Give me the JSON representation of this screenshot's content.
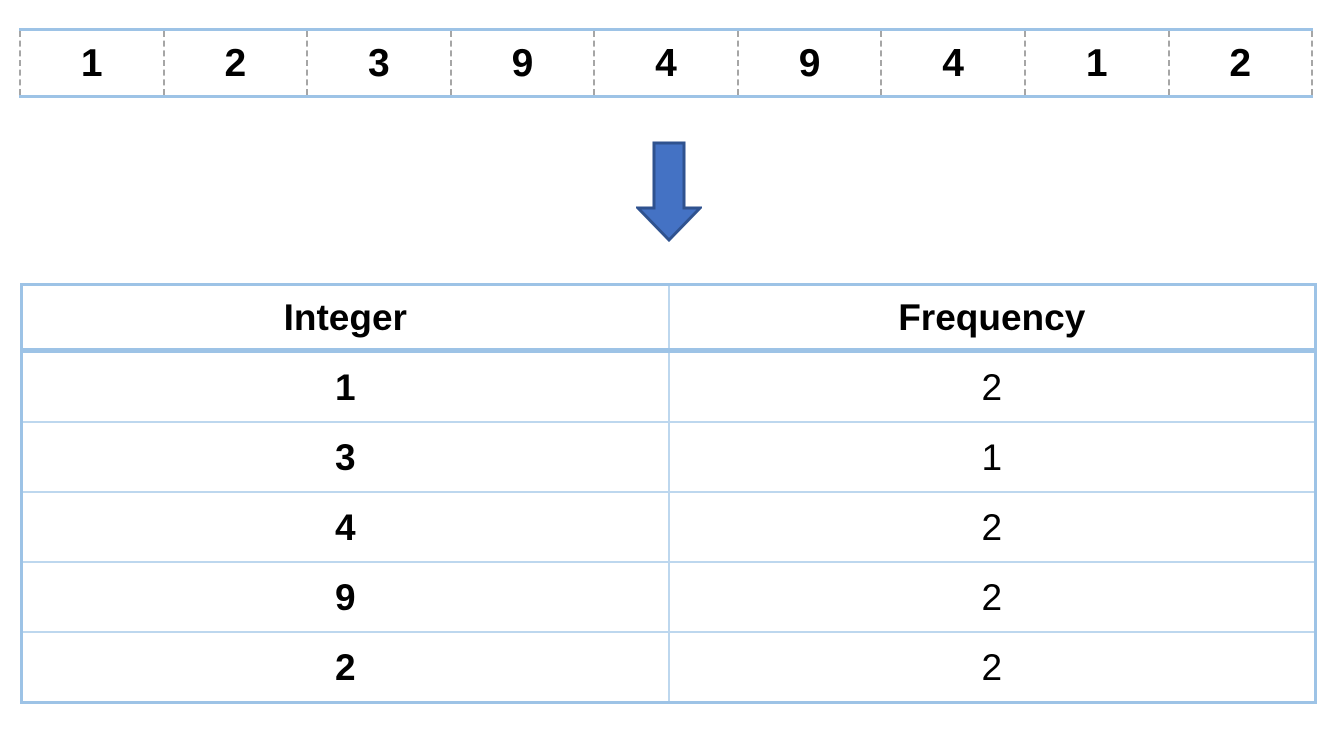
{
  "figure": {
    "description": "Array of integers transformed into a frequency table",
    "colors": {
      "table_accent_border": "#9DC3E6",
      "table_inner_border": "#BDD7EE",
      "dashed_divider": "#A6A6A6",
      "arrow_fill": "#4472C4",
      "arrow_stroke": "#2F528F",
      "text": "#000000"
    }
  },
  "array": {
    "values": [
      "1",
      "2",
      "3",
      "9",
      "4",
      "9",
      "4",
      "1",
      "2"
    ]
  },
  "arrow": {
    "direction": "down"
  },
  "freq_table": {
    "headers": [
      "Integer",
      "Frequency"
    ],
    "rows": [
      {
        "integer": "1",
        "frequency": "2"
      },
      {
        "integer": "3",
        "frequency": "1"
      },
      {
        "integer": "4",
        "frequency": "2"
      },
      {
        "integer": "9",
        "frequency": "2"
      },
      {
        "integer": "2",
        "frequency": "2"
      }
    ]
  }
}
